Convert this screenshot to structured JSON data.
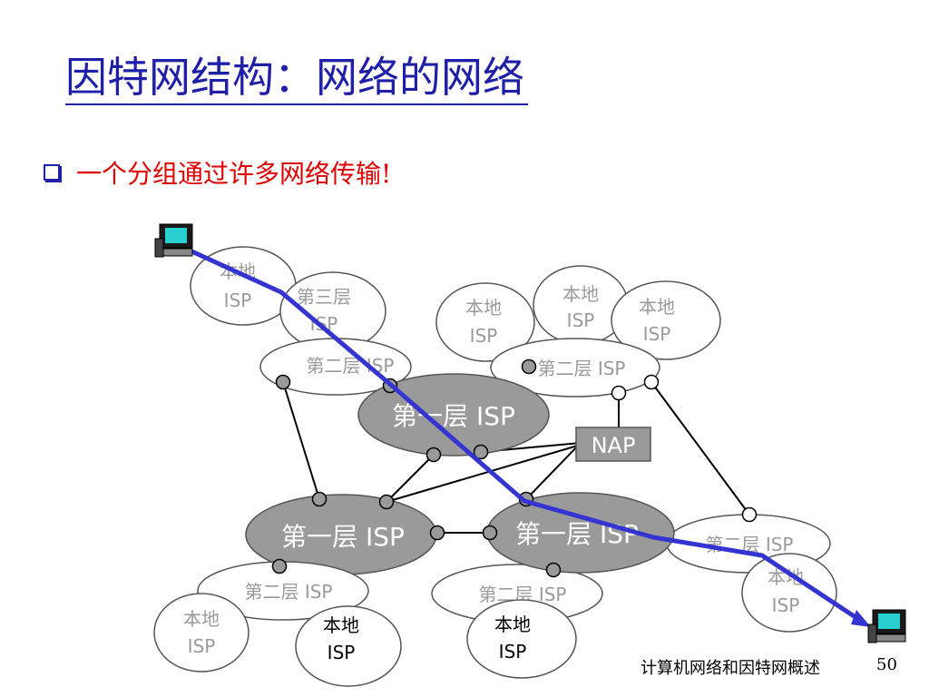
{
  "slide": {
    "title": "因特网结构：网络的网络",
    "bullet": "一个分组通过许多网络传输!",
    "footer": "计算机网络和因特网概述",
    "page_number": "50"
  },
  "diagram": {
    "local_isp": "本地",
    "isp_suffix": "ISP",
    "tier3": "第三层",
    "tier2_isp": "第二层 ISP",
    "tier1_isp": "第一层 ISP",
    "nap": "NAP",
    "colors": {
      "tier1_fill": "#9a9a9a",
      "outline": "#555555",
      "faint_text": "#9a9a9a",
      "route": "#3434d0",
      "title": "#1f1fa8",
      "bullet_text": "#e00000"
    }
  }
}
